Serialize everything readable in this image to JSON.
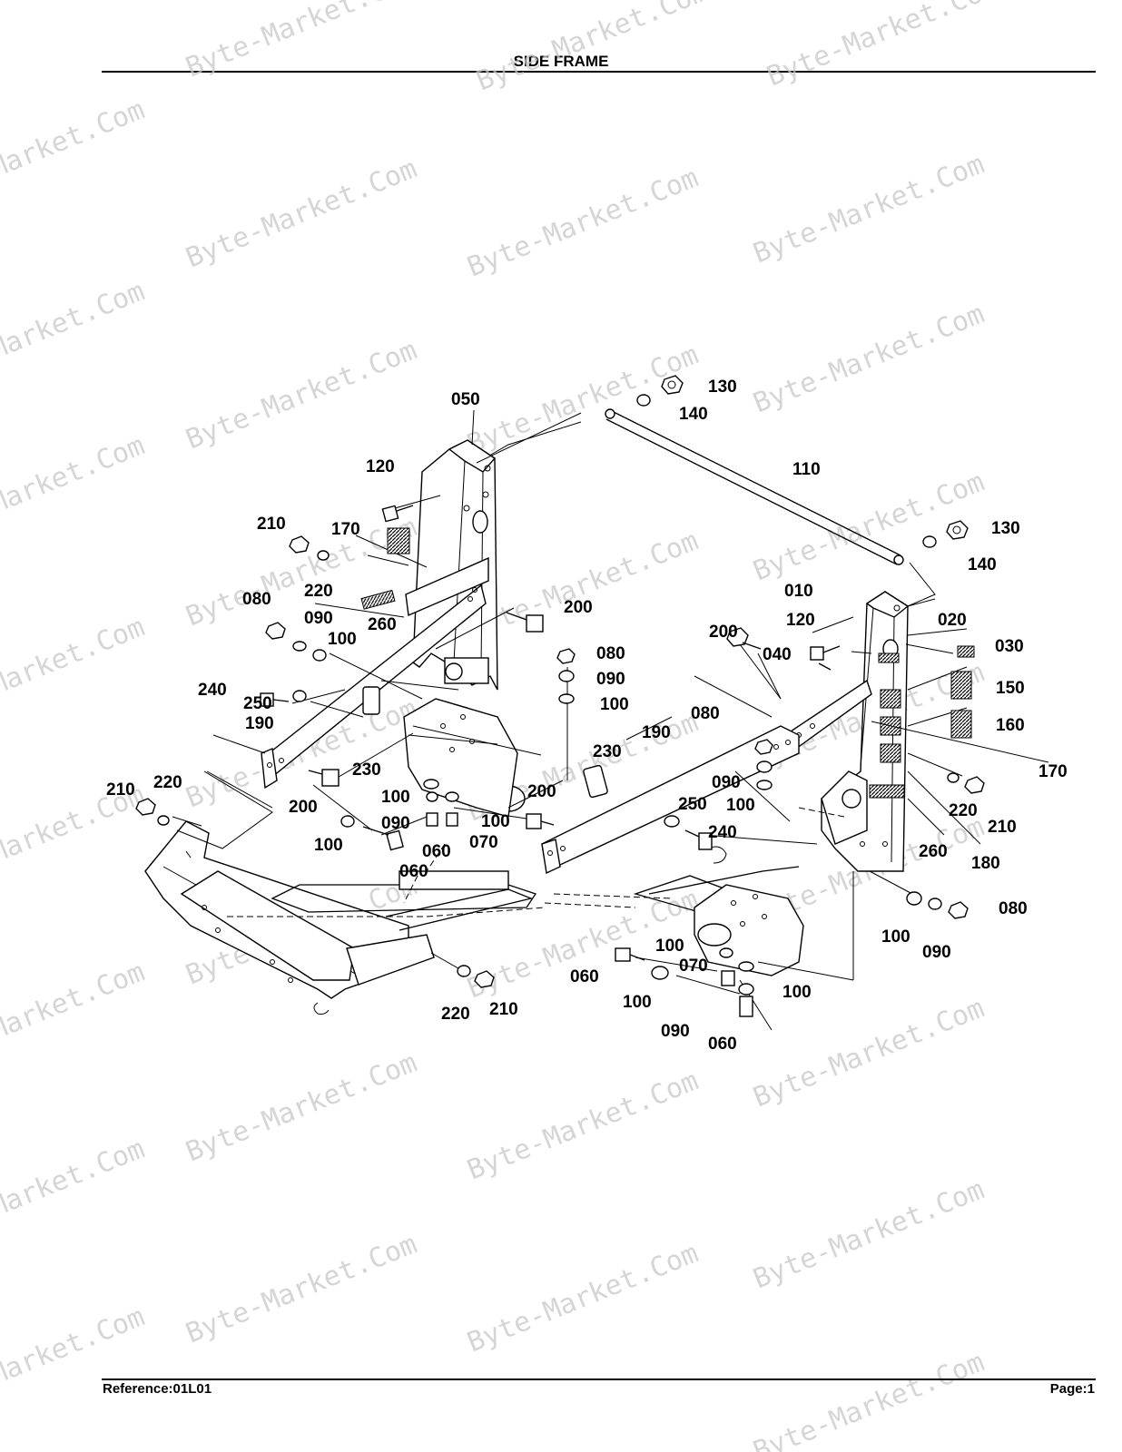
{
  "header": {
    "title": "SIDE FRAME"
  },
  "footer": {
    "reference": "Reference:01L01",
    "page": "Page:1"
  },
  "watermark": {
    "text": "Byte-Market.Com"
  },
  "callouts": [
    {
      "id": "c01",
      "text": "050"
    },
    {
      "id": "c02",
      "text": "130"
    },
    {
      "id": "c03",
      "text": "140"
    },
    {
      "id": "c04",
      "text": "120"
    },
    {
      "id": "c05",
      "text": "110"
    },
    {
      "id": "c06",
      "text": "210"
    },
    {
      "id": "c07",
      "text": "170"
    },
    {
      "id": "c08",
      "text": "130"
    },
    {
      "id": "c09",
      "text": "220"
    },
    {
      "id": "c10",
      "text": "140"
    },
    {
      "id": "c11",
      "text": "080"
    },
    {
      "id": "c12",
      "text": "260"
    },
    {
      "id": "c13",
      "text": "200"
    },
    {
      "id": "c14",
      "text": "010"
    },
    {
      "id": "c15",
      "text": "090"
    },
    {
      "id": "c16",
      "text": "100"
    },
    {
      "id": "c17",
      "text": "120"
    },
    {
      "id": "c18",
      "text": "020"
    },
    {
      "id": "c19",
      "text": "200"
    },
    {
      "id": "c20",
      "text": "080"
    },
    {
      "id": "c21",
      "text": "040"
    },
    {
      "id": "c22",
      "text": "030"
    },
    {
      "id": "c23",
      "text": "240"
    },
    {
      "id": "c24",
      "text": "090"
    },
    {
      "id": "c25",
      "text": "250"
    },
    {
      "id": "c26",
      "text": "100"
    },
    {
      "id": "c27",
      "text": "150"
    },
    {
      "id": "c28",
      "text": "190"
    },
    {
      "id": "c29",
      "text": "080"
    },
    {
      "id": "c30",
      "text": "160"
    },
    {
      "id": "c31",
      "text": "230"
    },
    {
      "id": "c32",
      "text": "190"
    },
    {
      "id": "c33",
      "text": "170"
    },
    {
      "id": "c34",
      "text": "200"
    },
    {
      "id": "c35",
      "text": "230"
    },
    {
      "id": "c36",
      "text": "090"
    },
    {
      "id": "c37",
      "text": "210"
    },
    {
      "id": "c38",
      "text": "220"
    },
    {
      "id": "c39",
      "text": "100"
    },
    {
      "id": "c40",
      "text": "100"
    },
    {
      "id": "c41",
      "text": "200"
    },
    {
      "id": "c42",
      "text": "220"
    },
    {
      "id": "c43",
      "text": "090"
    },
    {
      "id": "c44",
      "text": "100"
    },
    {
      "id": "c45",
      "text": "250"
    },
    {
      "id": "c46",
      "text": "210"
    },
    {
      "id": "c47",
      "text": "100"
    },
    {
      "id": "c48",
      "text": "060"
    },
    {
      "id": "c49",
      "text": "070"
    },
    {
      "id": "c50",
      "text": "240"
    },
    {
      "id": "c51",
      "text": "260"
    },
    {
      "id": "c52",
      "text": "060"
    },
    {
      "id": "c53",
      "text": "180"
    },
    {
      "id": "c54",
      "text": "080"
    },
    {
      "id": "c55",
      "text": "100"
    },
    {
      "id": "c56",
      "text": "090"
    },
    {
      "id": "c57",
      "text": "100"
    },
    {
      "id": "c58",
      "text": "070"
    },
    {
      "id": "c59",
      "text": "060"
    },
    {
      "id": "c60",
      "text": "100"
    },
    {
      "id": "c61",
      "text": "100"
    },
    {
      "id": "c62",
      "text": "220"
    },
    {
      "id": "c63",
      "text": "210"
    },
    {
      "id": "c64",
      "text": "090"
    },
    {
      "id": "c65",
      "text": "060"
    }
  ]
}
